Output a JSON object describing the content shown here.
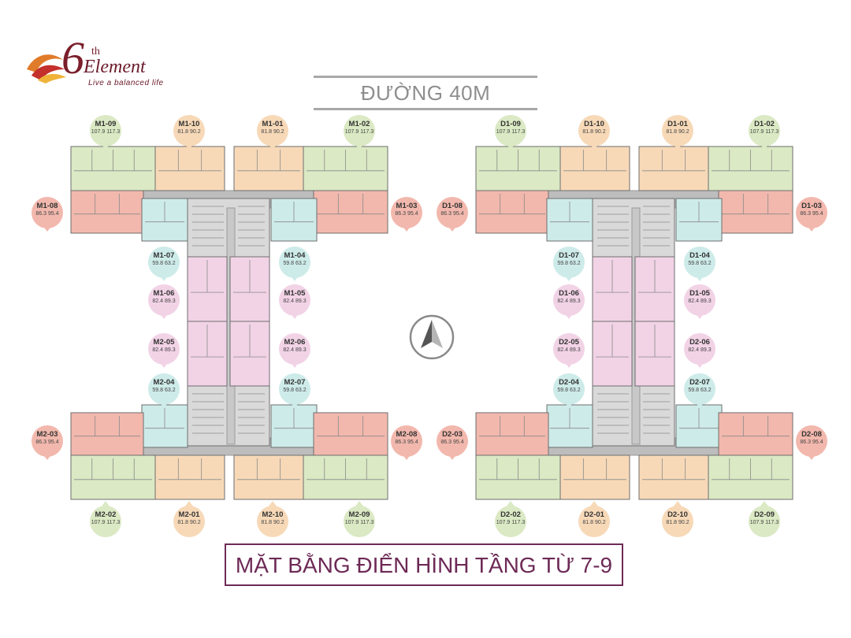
{
  "logo": {
    "numeral": "6",
    "superscript": "th",
    "word": "Element",
    "tagline": "Live a balanced life"
  },
  "road": {
    "text": "ĐƯỜNG 40M"
  },
  "title": "MẶT BẰNG ĐIỂN HÌNH TẦNG TỪ 7-9",
  "colors": {
    "green": "#dbe9c4",
    "orange": "#f7d9b8",
    "red": "#f2b8ad",
    "cyan": "#cdebe9",
    "pink": "#f2d3e6",
    "core": "#bdbdbd",
    "frame": "#6d2a56"
  },
  "unit_types": {
    "green": "107.9  117.3",
    "orange": "81.8  90.2",
    "red": "86.3  95.4",
    "cyan": "59.8  63.2",
    "pink": "82.4  89.3"
  },
  "buildings": [
    {
      "name": "M",
      "units": [
        {
          "id": "M1-09",
          "area": "107.9  117.3",
          "color": "green"
        },
        {
          "id": "M1-10",
          "area": "81.8  90.2",
          "color": "orange"
        },
        {
          "id": "M1-01",
          "area": "81.8  90.2",
          "color": "orange"
        },
        {
          "id": "M1-02",
          "area": "107.9  117.3",
          "color": "green"
        },
        {
          "id": "M1-08",
          "area": "86.3  95.4",
          "color": "red"
        },
        {
          "id": "M1-03",
          "area": "86.3  95.4",
          "color": "red"
        },
        {
          "id": "M1-07",
          "area": "59.8  63.2",
          "color": "cyan"
        },
        {
          "id": "M1-04",
          "area": "59.8  63.2",
          "color": "cyan"
        },
        {
          "id": "M1-06",
          "area": "82.4  89.3",
          "color": "pink"
        },
        {
          "id": "M1-05",
          "area": "82.4  89.3",
          "color": "pink"
        },
        {
          "id": "M2-05",
          "area": "82.4  89.3",
          "color": "pink"
        },
        {
          "id": "M2-06",
          "area": "82.4  89.3",
          "color": "pink"
        },
        {
          "id": "M2-04",
          "area": "59.8  63.2",
          "color": "cyan"
        },
        {
          "id": "M2-07",
          "area": "59.8  63.2",
          "color": "cyan"
        },
        {
          "id": "M2-03",
          "area": "86.3  95.4",
          "color": "red"
        },
        {
          "id": "M2-08",
          "area": "86.3  95.4",
          "color": "red"
        },
        {
          "id": "M2-02",
          "area": "107.9  117.3",
          "color": "green"
        },
        {
          "id": "M2-01",
          "area": "81.8  90.2",
          "color": "orange"
        },
        {
          "id": "M2-10",
          "area": "81.8  90.2",
          "color": "orange"
        },
        {
          "id": "M2-09",
          "area": "107.9  117.3",
          "color": "green"
        }
      ]
    },
    {
      "name": "D",
      "units": [
        {
          "id": "D1-09",
          "area": "107.9  117.3",
          "color": "green"
        },
        {
          "id": "D1-10",
          "area": "81.8  90.2",
          "color": "orange"
        },
        {
          "id": "D1-01",
          "area": "81.8  90.2",
          "color": "orange"
        },
        {
          "id": "D1-02",
          "area": "107.9  117.3",
          "color": "green"
        },
        {
          "id": "D1-08",
          "area": "86.3  95.4",
          "color": "red"
        },
        {
          "id": "D1-03",
          "area": "86.3  95.4",
          "color": "red"
        },
        {
          "id": "D1-07",
          "area": "59.8  63.2",
          "color": "cyan"
        },
        {
          "id": "D1-04",
          "area": "59.8  63.2",
          "color": "cyan"
        },
        {
          "id": "D1-06",
          "area": "82.4  89.3",
          "color": "pink"
        },
        {
          "id": "D1-05",
          "area": "82.4  89.3",
          "color": "pink"
        },
        {
          "id": "D2-05",
          "area": "82.4  89.3",
          "color": "pink"
        },
        {
          "id": "D2-06",
          "area": "82.4  89.3",
          "color": "pink"
        },
        {
          "id": "D2-04",
          "area": "59.8  63.2",
          "color": "cyan"
        },
        {
          "id": "D2-07",
          "area": "59.8  63.2",
          "color": "cyan"
        },
        {
          "id": "D2-03",
          "area": "86.3  95.4",
          "color": "red"
        },
        {
          "id": "D2-08",
          "area": "86.3  95.4",
          "color": "red"
        },
        {
          "id": "D2-02",
          "area": "107.9  117.3",
          "color": "green"
        },
        {
          "id": "D2-01",
          "area": "81.8  90.2",
          "color": "orange"
        },
        {
          "id": "D2-10",
          "area": "81.8  90.2",
          "color": "orange"
        },
        {
          "id": "D2-09",
          "area": "107.9  117.3",
          "color": "green"
        }
      ]
    }
  ],
  "compass": {
    "icon": "north-arrow-icon"
  }
}
